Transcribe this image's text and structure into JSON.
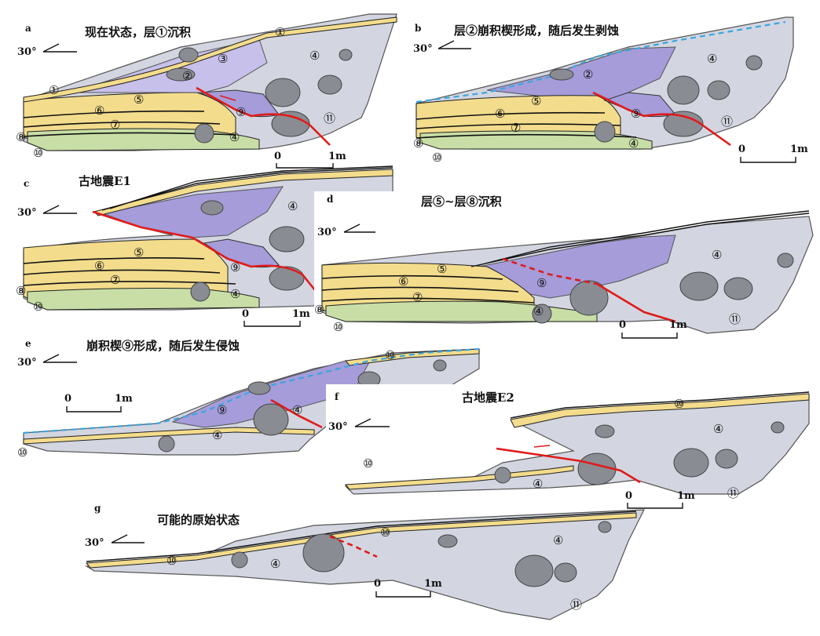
{
  "panels": [
    {
      "id": "a",
      "letter": "a",
      "title": "现在状态，层①沉积",
      "angle": "30°",
      "scale": [
        "0",
        "1m"
      ],
      "labels": {
        "n1a": "①",
        "n1b": "①",
        "n2": "②",
        "n3": "③",
        "n4a": "④",
        "n4b": "④",
        "n5": "⑤",
        "n6": "⑥",
        "n7": "⑦",
        "n8": "⑧",
        "n9": "⑨",
        "n10": "⑩",
        "n11": "⑪"
      }
    },
    {
      "id": "b",
      "letter": "b",
      "title": "层②崩积楔形成，随后发生剥蚀",
      "angle": "30°",
      "scale": [
        "0",
        "1m"
      ],
      "labels": {
        "n2": "②",
        "n4a": "④",
        "n4b": "④",
        "n5": "⑤",
        "n6": "⑥",
        "n7": "⑦",
        "n8": "⑧",
        "n9": "⑨",
        "n10": "⑩",
        "n11": "⑪"
      }
    },
    {
      "id": "c",
      "letter": "c",
      "title": "古地震E1",
      "angle": "30°",
      "scale": [
        "0",
        "1m"
      ],
      "labels": {
        "n4a": "④",
        "n4b": "④",
        "n5": "⑤",
        "n6": "⑥",
        "n7": "⑦",
        "n8": "⑧",
        "n9": "⑨",
        "n10": "⑩"
      }
    },
    {
      "id": "d",
      "letter": "d",
      "title": "层⑤~层⑧沉积",
      "angle": "30°",
      "scale": [
        "0",
        "1m"
      ],
      "labels": {
        "n4a": "④",
        "n4b": "④",
        "n5": "⑤",
        "n6": "⑥",
        "n7": "⑦",
        "n8": "⑧",
        "n9": "⑨",
        "n10": "⑩",
        "n11": "⑪"
      }
    },
    {
      "id": "e",
      "letter": "e",
      "title": "崩积楔⑨形成，随后发生侵蚀",
      "angle": "30°",
      "scale": [
        "0",
        "1m"
      ],
      "labels": {
        "n4a": "④",
        "n4b": "④",
        "n9": "⑨",
        "n10a": "⑩",
        "n10b": "⑩"
      }
    },
    {
      "id": "f",
      "letter": "f",
      "title": "古地震E2",
      "angle": "30°",
      "scale": [
        "0",
        "1m"
      ],
      "labels": {
        "n4a": "④",
        "n4b": "④",
        "n10a": "⑩",
        "n10b": "⑩",
        "n11": "⑪"
      }
    },
    {
      "id": "g",
      "letter": "g",
      "title": "可能的原始状态",
      "angle": "30°",
      "scale": [
        "0",
        "1m"
      ],
      "labels": {
        "n4a": "④",
        "n4b": "④",
        "n10a": "⑩",
        "n10b": "⑩",
        "n11": "⑪"
      }
    }
  ],
  "colors": {
    "gravel": "#d3d6e0",
    "boulder": "#8a8c93",
    "wedge": "#a59cd9",
    "sand": "#f3dc8c",
    "green": "#c8dea6",
    "fault": "#e01b1b",
    "erosion": "#3aa6e0"
  }
}
